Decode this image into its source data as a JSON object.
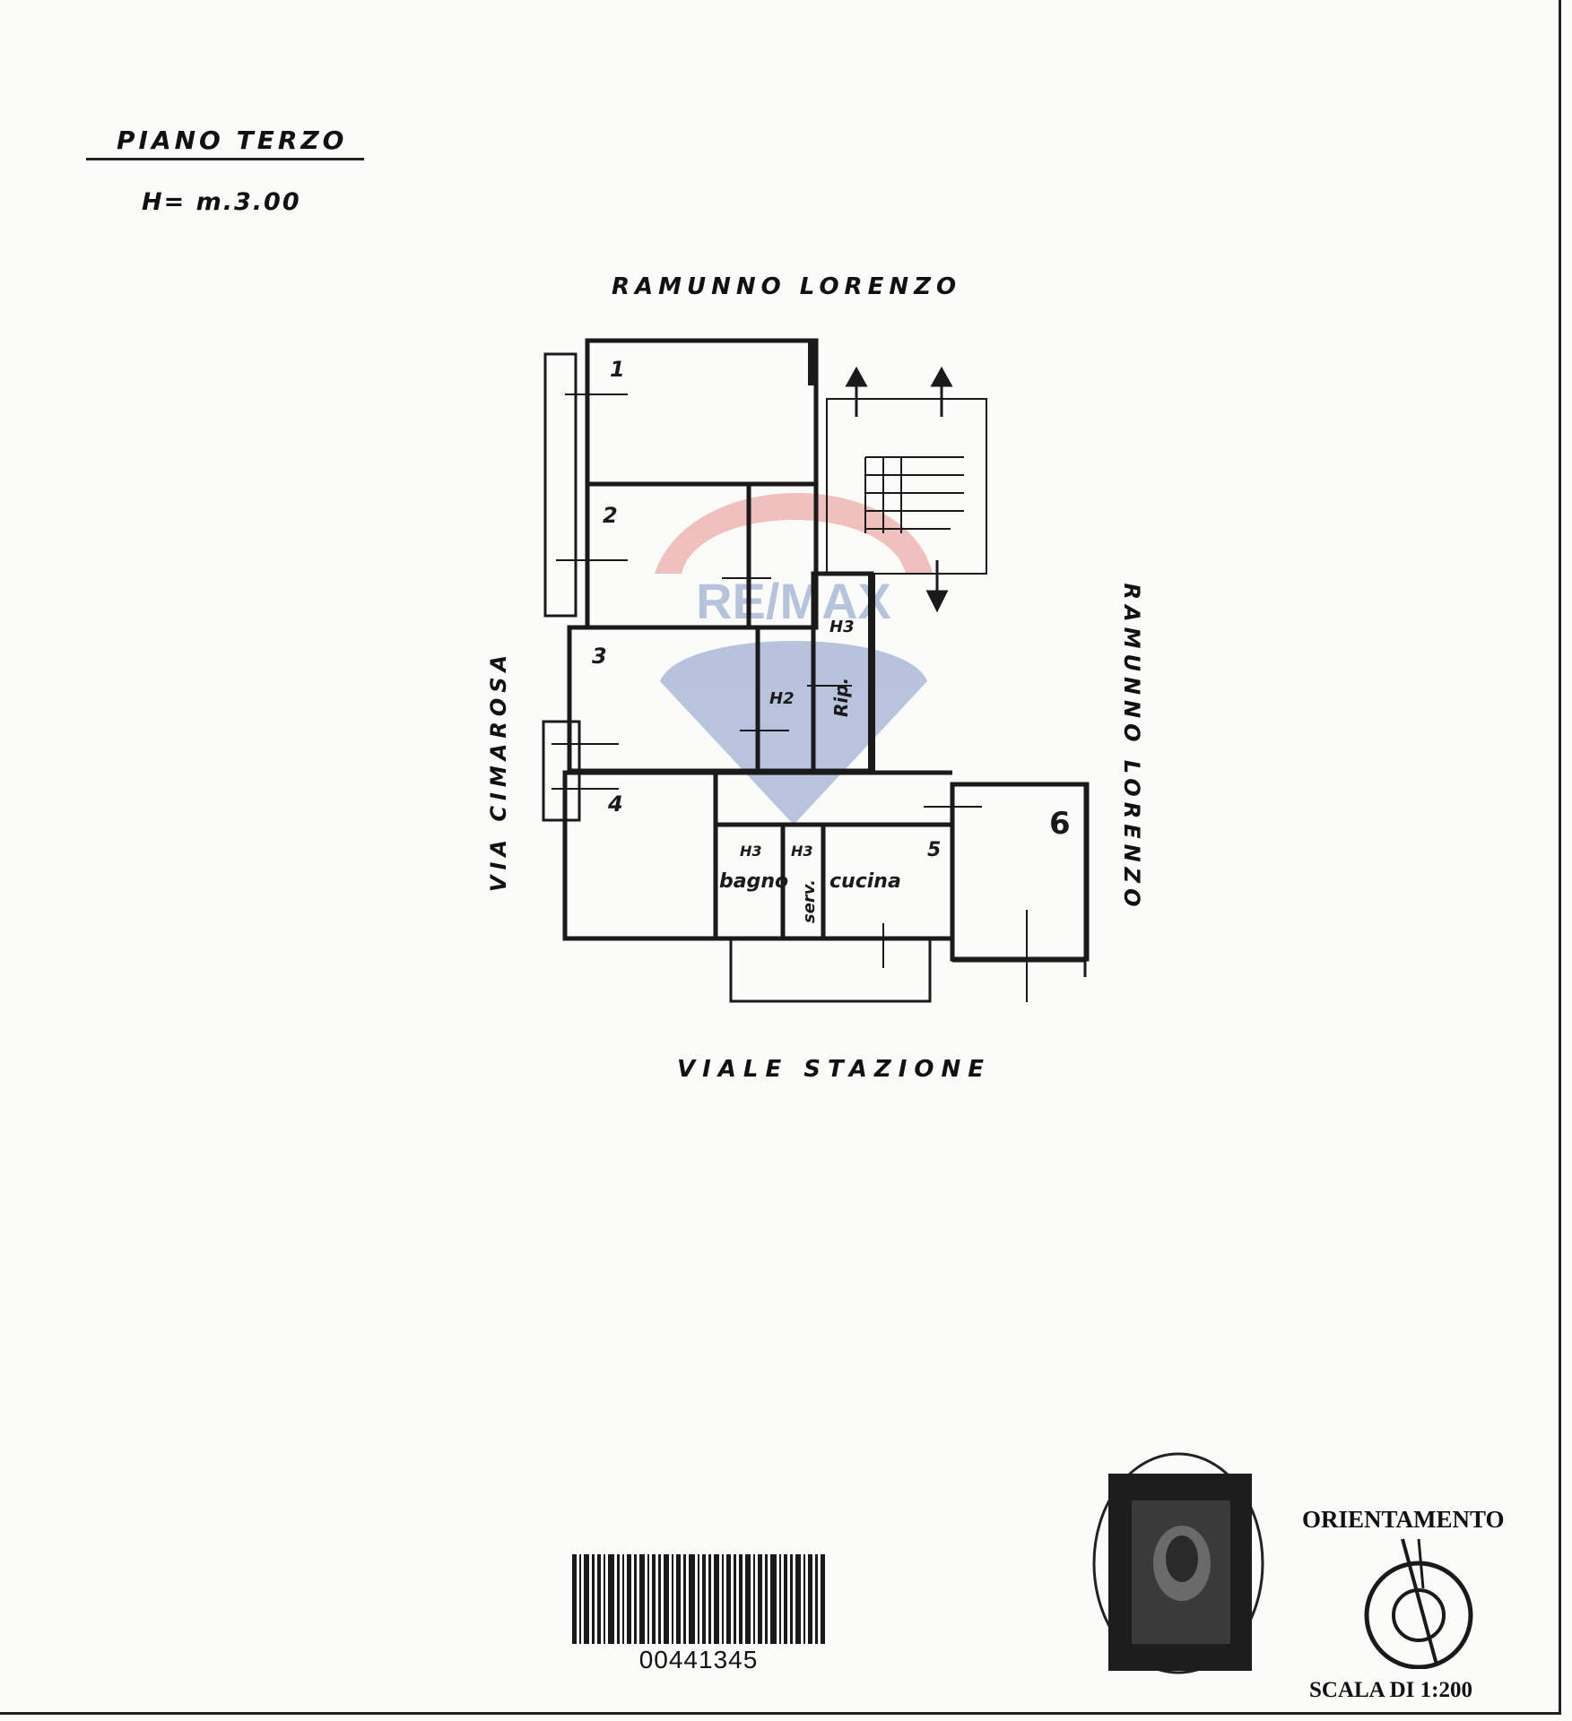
{
  "header": {
    "floor_title": "PIANO TERZO",
    "ceiling_height": "H= m.3.00"
  },
  "streets": {
    "top": "RAMUNNO LORENZO",
    "right": "RAMUNNO LORENZO",
    "left": "VIA CIMAROSA",
    "bottom": "VIALE STAZIONE"
  },
  "rooms": [
    {
      "id": "room-1",
      "label": "1"
    },
    {
      "id": "room-2",
      "label": "2"
    },
    {
      "id": "room-3",
      "label": "3"
    },
    {
      "id": "room-4",
      "label": "4"
    },
    {
      "id": "room-5",
      "label": "5"
    },
    {
      "id": "room-6",
      "label": "6"
    },
    {
      "id": "bagno",
      "label": "bagno"
    },
    {
      "id": "serv",
      "label": "serv."
    },
    {
      "id": "cucina",
      "label": "cucina"
    },
    {
      "id": "rip",
      "label": "Rip."
    }
  ],
  "annotations": {
    "h3": "H3",
    "h2": "H2"
  },
  "barcode": {
    "number": "00441345"
  },
  "compass": {
    "label": "ORIENTAMENTO"
  },
  "scale": {
    "label": "SCALA DI 1:200"
  },
  "colors": {
    "ink": "#1a1a1a",
    "watermark_red": "#d9534f",
    "watermark_blue": "#3b5ba9"
  }
}
